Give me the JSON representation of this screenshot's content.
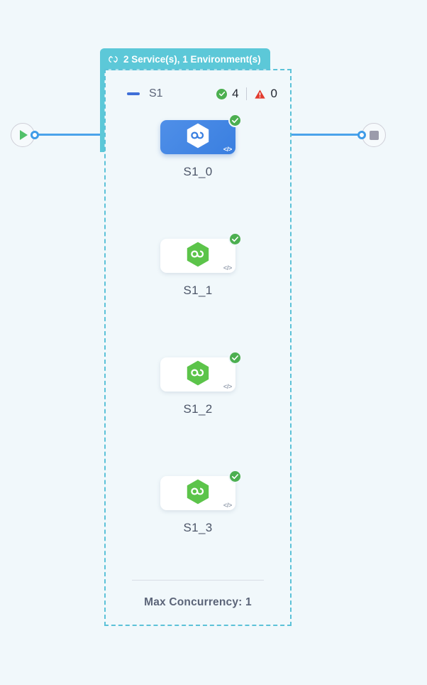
{
  "canvas": {
    "background_color": "#f1f8fb"
  },
  "start_node": {
    "icon": "play-icon",
    "color": "#52c16a"
  },
  "end_node": {
    "icon": "stop-icon",
    "color": "#9b9bab"
  },
  "group": {
    "tab": {
      "icon": "sync-loop-icon",
      "label": "2 Service(s), 1 Environment(s)",
      "background_color": "#5cc8d8",
      "text_color": "#ffffff"
    },
    "header": {
      "collapse_icon": "collapse-dash-icon",
      "name": "S1",
      "success_icon": "check-circle-icon",
      "success_count": "4",
      "warning_icon": "warning-triangle-icon",
      "warning_count": "0",
      "success_color": "#4caf50",
      "warning_color": "#e23b2e"
    },
    "border_color": "#5cc2d8",
    "footer": {
      "max_concurrency_label": "Max Concurrency: 1"
    }
  },
  "nodes": [
    {
      "label": "S1_0",
      "selected": true,
      "hexagon_color": "#ffffff",
      "logo_icon": "infinity-hexagon-icon",
      "status_icon": "check-circle-icon",
      "code_badge": "</>"
    },
    {
      "label": "S1_1",
      "selected": false,
      "hexagon_color": "#5cc44a",
      "logo_icon": "infinity-hexagon-icon",
      "status_icon": "check-circle-icon",
      "code_badge": "</>"
    },
    {
      "label": "S1_2",
      "selected": false,
      "hexagon_color": "#5cc44a",
      "logo_icon": "infinity-hexagon-icon",
      "status_icon": "check-circle-icon",
      "code_badge": "</>"
    },
    {
      "label": "S1_3",
      "selected": false,
      "hexagon_color": "#5cc44a",
      "logo_icon": "infinity-hexagon-icon",
      "status_icon": "check-circle-icon",
      "code_badge": "</>"
    }
  ],
  "edges": {
    "color": "#4ba3ea",
    "port_color": "#3f9ce8"
  }
}
